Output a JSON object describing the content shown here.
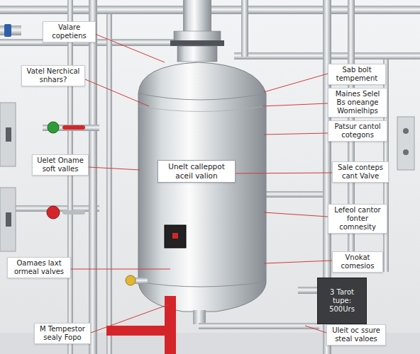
{
  "diagram": {
    "nodes": [
      {
        "text": [
          "Valare copetiens"
        ]
      },
      {
        "text": [
          "Vatel Nerchical snhars?"
        ]
      },
      {
        "text": [
          "Uelet Oname soft valles"
        ]
      },
      {
        "text": [
          "Oamaes laxt ormeal valves"
        ]
      },
      {
        "text": [
          "M Tempestor sealy Fopo"
        ]
      },
      {
        "text": [
          "Unelt calleppot aceil valion"
        ]
      },
      {
        "text": [
          "Sab bolt tempement"
        ]
      },
      {
        "text": [
          "Maines Selel Bs oneange Womielhips"
        ]
      },
      {
        "text": [
          "Patsur cantol cotegons"
        ]
      },
      {
        "text": [
          "Sale conteps cant Valve"
        ]
      },
      {
        "text": [
          "Lefeol cantor fonter comnesity"
        ]
      },
      {
        "text": [
          "Vnokat comesios"
        ]
      },
      {
        "text": [
          "3 Tarot tupe: 500Urs"
        ]
      },
      {
        "text": [
          "Uleit oc ssure steal valoes"
        ]
      }
    ]
  }
}
